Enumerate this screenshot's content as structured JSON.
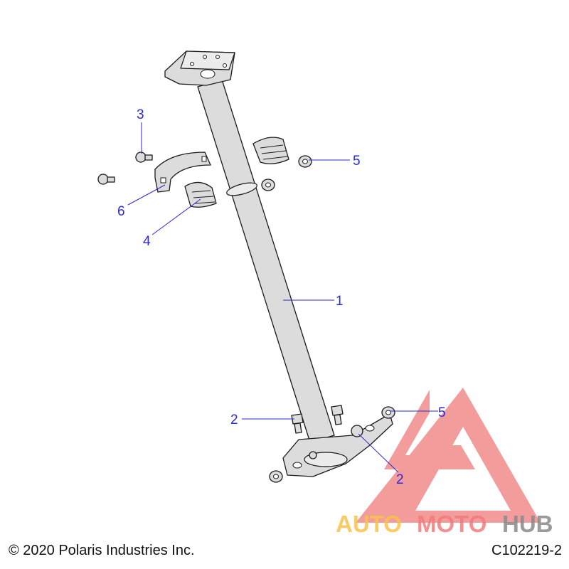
{
  "diagram": {
    "callouts": [
      {
        "id": "c1",
        "label": "1"
      },
      {
        "id": "c2a",
        "label": "2"
      },
      {
        "id": "c2b",
        "label": "2"
      },
      {
        "id": "c3",
        "label": "3"
      },
      {
        "id": "c4",
        "label": "4"
      },
      {
        "id": "c5a",
        "label": "5"
      },
      {
        "id": "c5b",
        "label": "5"
      },
      {
        "id": "c6",
        "label": "6"
      }
    ],
    "callout_color": "#2a2ad6"
  },
  "footer": {
    "copyright": "© 2020 Polaris Industries Inc.",
    "drawing_code": "C102219-2"
  },
  "watermark": {
    "word_a": "AUTO",
    "word_b": "MOTO",
    "word_c": "HUB",
    "colors": {
      "triangle": "#f07b7b",
      "auto": "#f7c24a",
      "moto": "#f47c7c",
      "hub": "#8a8a8a"
    }
  }
}
